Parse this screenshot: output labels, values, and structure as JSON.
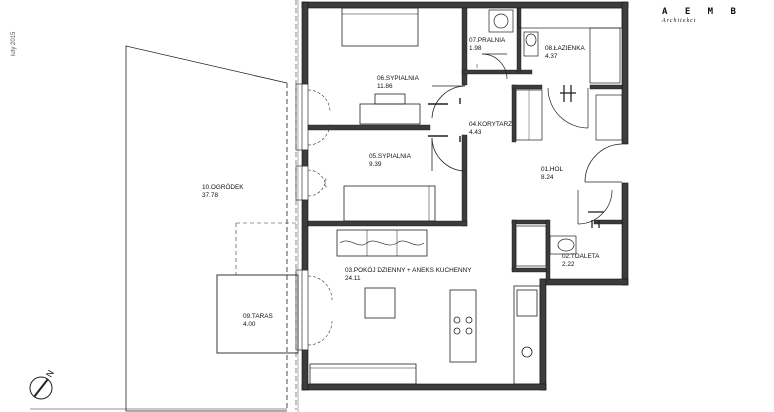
{
  "meta": {
    "date_stamp": "luty 2015"
  },
  "logo": {
    "mark": "A E M B",
    "sub": "Architekci"
  },
  "compass": {
    "letter": "N"
  },
  "rooms": [
    {
      "id": "pralnia",
      "name": "07.PRALNIA",
      "area": "1.98"
    },
    {
      "id": "lazienka",
      "name": "08.ŁAZIENKA",
      "area": "4.37"
    },
    {
      "id": "sypialnia-06",
      "name": "06.SYPIALNIA",
      "area": "11.86"
    },
    {
      "id": "korytarz",
      "name": "04.KORYTARZ",
      "area": "4.43"
    },
    {
      "id": "sypialnia-05",
      "name": "05.SYPIALNIA",
      "area": "9.39"
    },
    {
      "id": "hol",
      "name": "01.HOL",
      "area": "8.24"
    },
    {
      "id": "ogrodek",
      "name": "10.OGRÓDEK",
      "area": "37.78"
    },
    {
      "id": "pokoj",
      "name": "03.POKÓJ DZIENNY + ANEKS KUCHENNY",
      "area": "24.11"
    },
    {
      "id": "toaleta",
      "name": "02.TOALETA",
      "area": "2.22"
    },
    {
      "id": "taras",
      "name": "09.TARAS",
      "area": "4.00"
    }
  ]
}
